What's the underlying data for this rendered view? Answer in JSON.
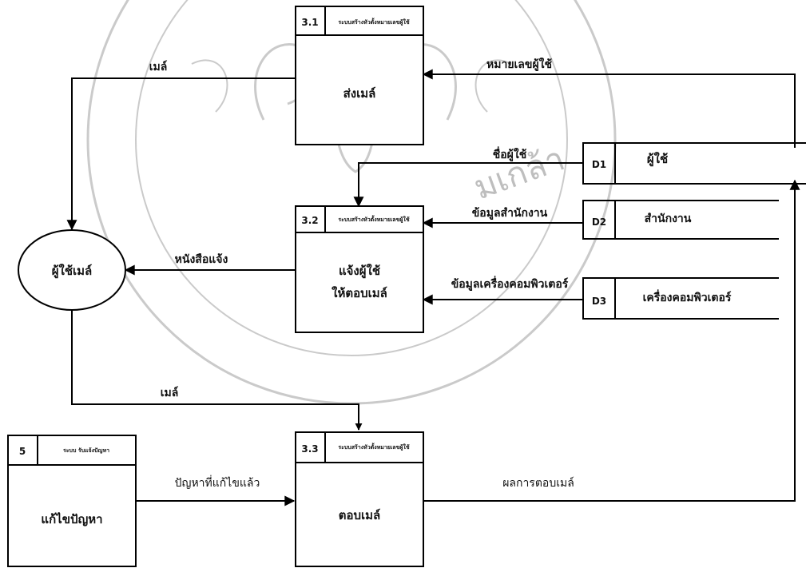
{
  "processes": {
    "p31": {
      "id": "3.1",
      "header": "ระบบสร้างหัวตั้งหมายเลขผู้ใช้",
      "name": "ส่งเมล์"
    },
    "p32": {
      "id": "3.2",
      "header": "ระบบสร้างหัวตั้งหมายเลขผู้ใช้",
      "name_line1": "แจ้งผู้ใช้",
      "name_line2": "ให้ตอบเมล์"
    },
    "p33": {
      "id": "3.3",
      "header": "ระบบสร้างหัวตั้งหมายเลขผู้ใช้",
      "name": "ตอบเมล์"
    },
    "p5": {
      "id": "5",
      "header": "ระบบ รับแจ้งปัญหา",
      "name": "แก้ไขปัญหา"
    }
  },
  "entity": {
    "name": "ผู้ใช้เมล์"
  },
  "datastores": {
    "d1": {
      "id": "D1",
      "name": "ผู้ใช้"
    },
    "d2": {
      "id": "D2",
      "name": "สำนักงาน"
    },
    "d3": {
      "id": "D3",
      "name": "เครื่องคอมพิวเตอร์"
    }
  },
  "flows": {
    "mail_top": "เมล์",
    "user_number": "หมายเลขผู้ใช้",
    "user_name": "ชื่อผู้ใช้",
    "office_data": "ข้อมูลสำนักงาน",
    "notice": "หนังสือแจ้ง",
    "computer_data": "ข้อมูลเครื่องคอมพิวเตอร์",
    "mail_bottom": "เมล์",
    "solved_problem": "ปัญหาที่แก้ไขแล้ว",
    "reply_result": "ผลการตอบเมล์"
  },
  "colors": {
    "ink": "#000000",
    "watermark": "#8c8c8c",
    "background": "#ffffff"
  }
}
